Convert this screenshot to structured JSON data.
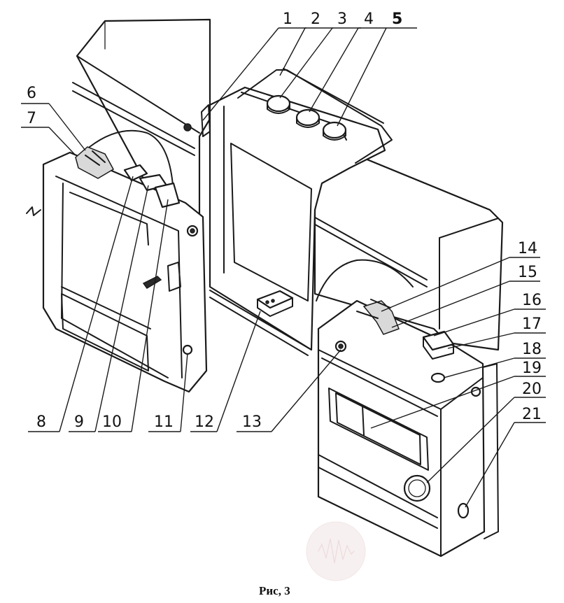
{
  "figure": {
    "caption": "Рис, 3",
    "callouts": [
      {
        "id": "c1",
        "label": "1"
      },
      {
        "id": "c2",
        "label": "2"
      },
      {
        "id": "c3",
        "label": "3"
      },
      {
        "id": "c4",
        "label": "4"
      },
      {
        "id": "c5",
        "label": "5"
      },
      {
        "id": "c6",
        "label": "6"
      },
      {
        "id": "c7",
        "label": "7"
      },
      {
        "id": "c8",
        "label": "8"
      },
      {
        "id": "c9",
        "label": "9"
      },
      {
        "id": "c10",
        "label": "10"
      },
      {
        "id": "c11",
        "label": "11"
      },
      {
        "id": "c12",
        "label": "12"
      },
      {
        "id": "c13",
        "label": "13"
      },
      {
        "id": "c14",
        "label": "14"
      },
      {
        "id": "c15",
        "label": "15"
      },
      {
        "id": "c16",
        "label": "16"
      },
      {
        "id": "c17",
        "label": "17"
      },
      {
        "id": "c18",
        "label": "18"
      },
      {
        "id": "c19",
        "label": "19"
      },
      {
        "id": "c20",
        "label": "20"
      },
      {
        "id": "c21",
        "label": "21"
      }
    ]
  }
}
